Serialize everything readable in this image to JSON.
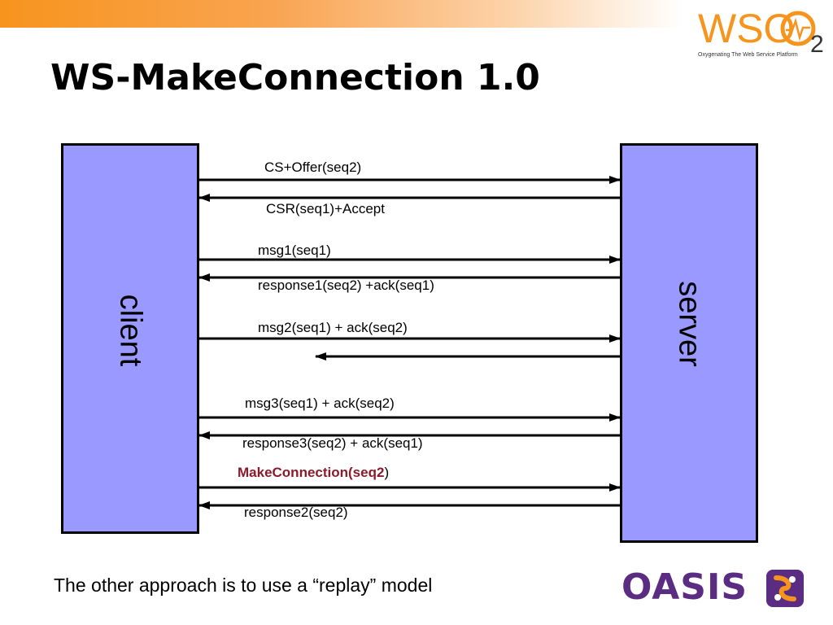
{
  "title": "WS-MakeConnection 1.0",
  "logo": {
    "wso2_letters": "WSO",
    "wso2_subscript": "2",
    "wso2_tagline": "Oxygenating The Web Service Platform",
    "oasis_text": "OASIS"
  },
  "colors": {
    "box_fill": "#9999ff",
    "brand_orange": "#f7941d",
    "oasis_purple": "#5b2d82",
    "highlight": "#8b1a2b"
  },
  "diagram": {
    "client_label": "client",
    "server_label": "server",
    "messages": [
      {
        "label": "CS+Offer(seq2)",
        "direction": "to-server"
      },
      {
        "label": "CSR(seq1)+Accept",
        "direction": "to-client"
      },
      {
        "label": "msg1(seq1)",
        "direction": "to-server"
      },
      {
        "label": "response1(seq2) +ack(seq1)",
        "direction": "to-client"
      },
      {
        "label": "msg2(seq1) + ack(seq2)",
        "direction": "to-server"
      },
      {
        "label": "",
        "direction": "to-client",
        "lost": true
      },
      {
        "label": "msg3(seq1) + ack(seq2)",
        "direction": "to-server"
      },
      {
        "label": "response3(seq2) + ack(seq1)",
        "direction": "to-client"
      },
      {
        "label_strong": "MakeConnection(seq2",
        "label_tail": ")",
        "direction": "to-server"
      },
      {
        "label": "response2(seq2)",
        "direction": "to-client"
      }
    ]
  },
  "footer_note": "The other approach is to use a “replay” model"
}
